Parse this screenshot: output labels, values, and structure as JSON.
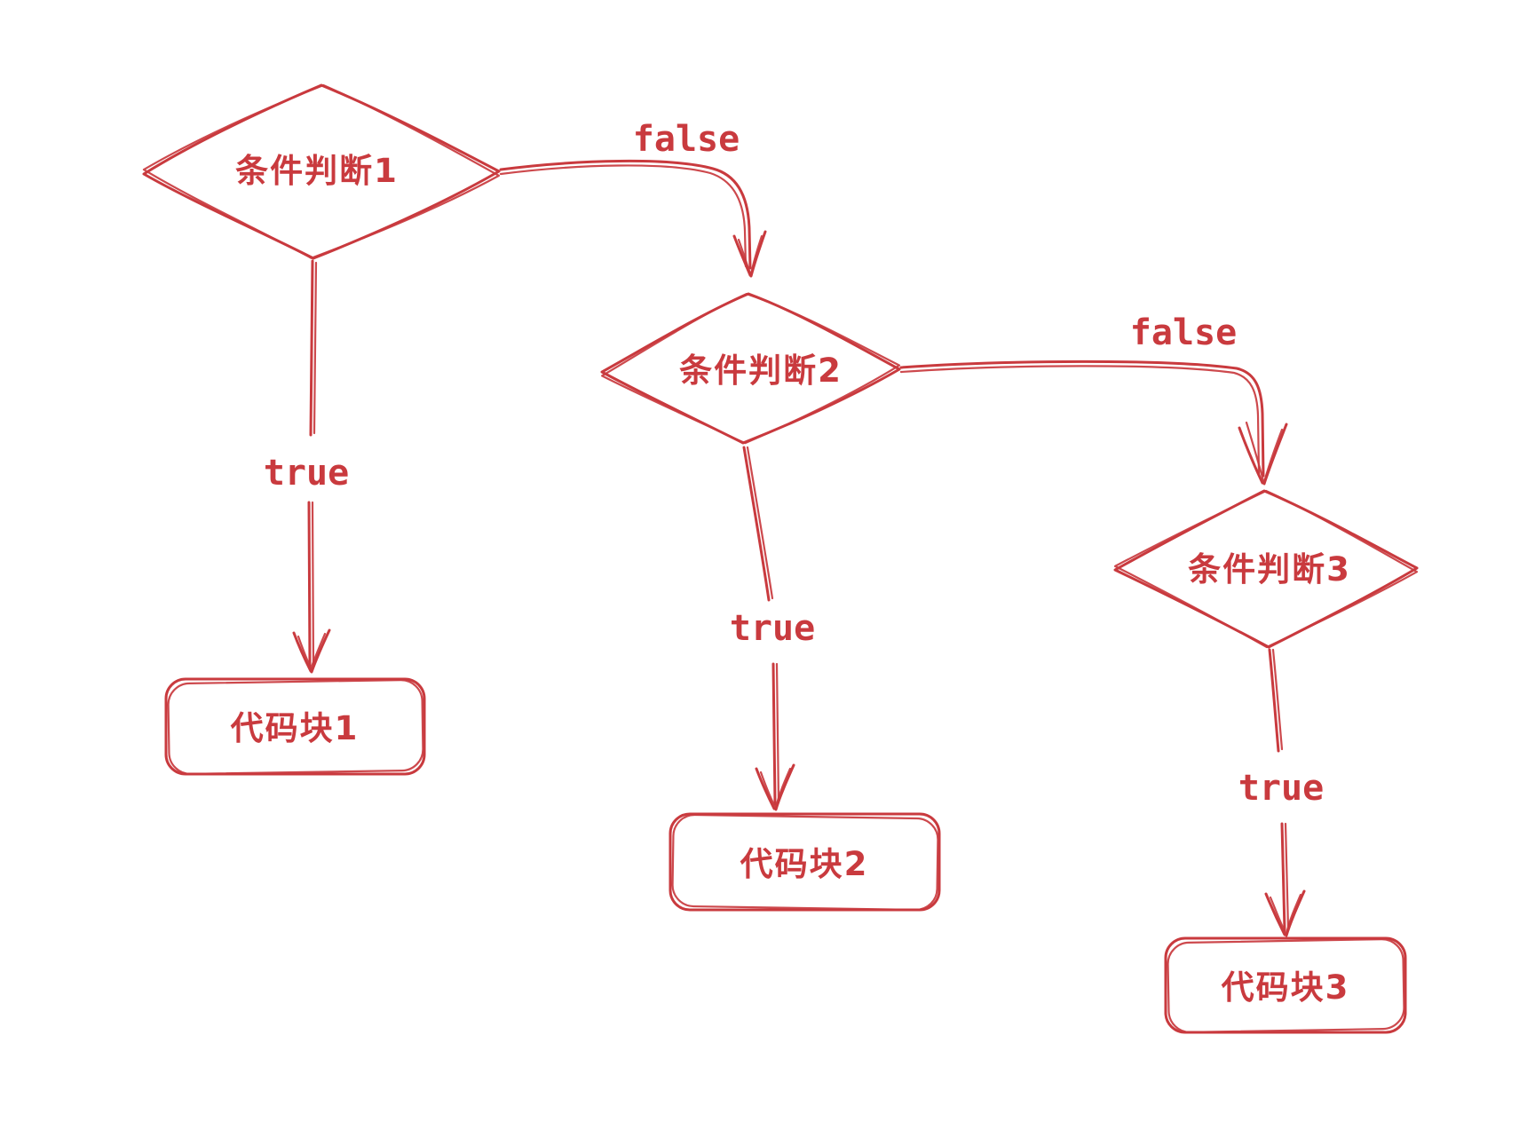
{
  "diagram": {
    "kind": "flowchart",
    "style": "hand-drawn-sketch",
    "ink_color": "#c93a3e",
    "background_color": "#ffffff",
    "nodes": [
      {
        "id": "condition-1",
        "shape": "diamond",
        "label": "条件判断1"
      },
      {
        "id": "condition-2",
        "shape": "diamond",
        "label": "条件判断2"
      },
      {
        "id": "condition-3",
        "shape": "diamond",
        "label": "条件判断3"
      },
      {
        "id": "block-1",
        "shape": "rounded-rect",
        "label": "代码块1"
      },
      {
        "id": "block-2",
        "shape": "rounded-rect",
        "label": "代码块2"
      },
      {
        "id": "block-3",
        "shape": "rounded-rect",
        "label": "代码块3"
      }
    ],
    "edges": [
      {
        "from": "condition-1",
        "to": "block-1",
        "label": "true"
      },
      {
        "from": "condition-1",
        "to": "condition-2",
        "label": "false"
      },
      {
        "from": "condition-2",
        "to": "block-2",
        "label": "true"
      },
      {
        "from": "condition-2",
        "to": "condition-3",
        "label": "false"
      },
      {
        "from": "condition-3",
        "to": "block-3",
        "label": "true"
      }
    ]
  }
}
